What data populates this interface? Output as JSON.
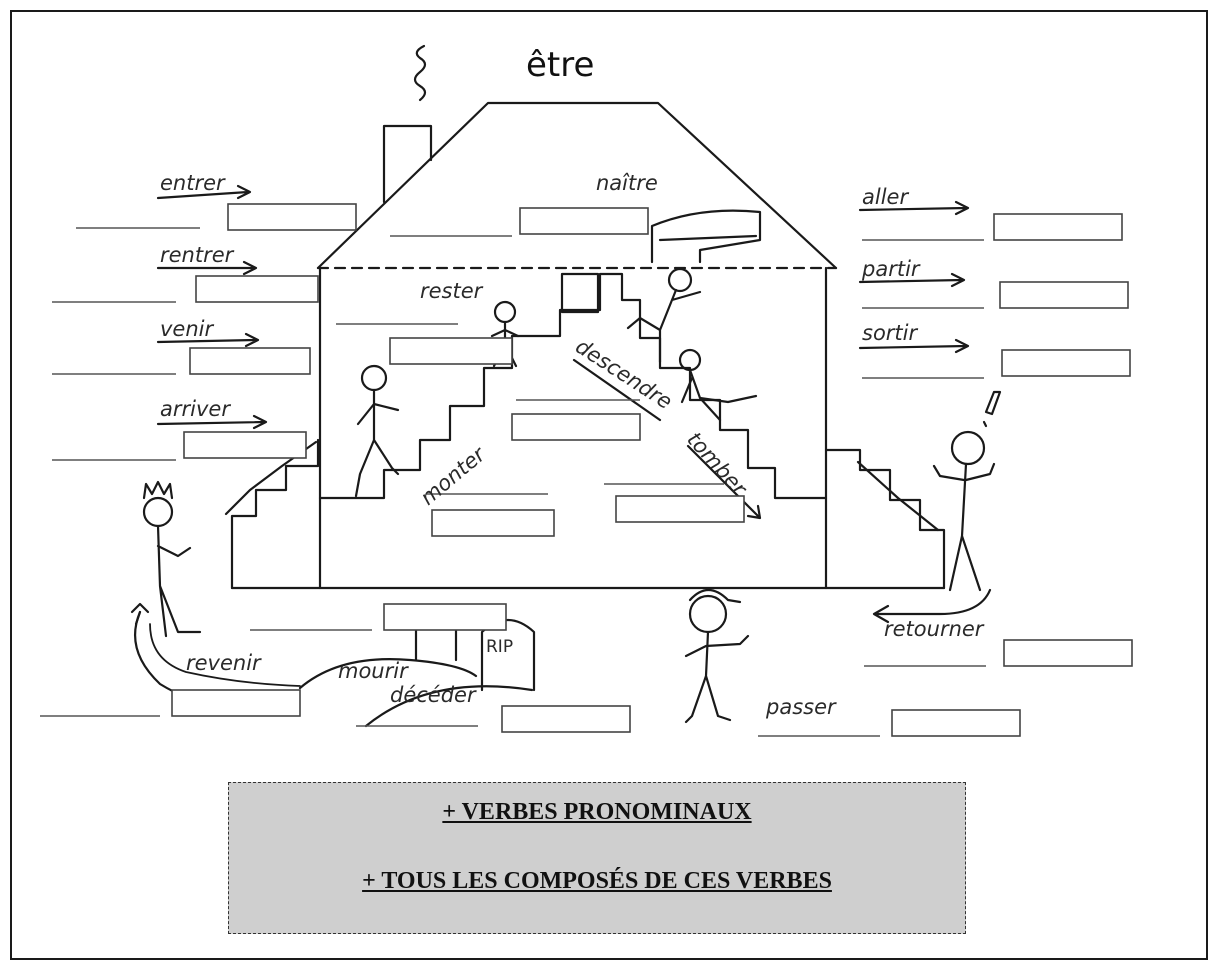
{
  "title": "être",
  "verbs": {
    "entrer": "entrer",
    "rentrer": "rentrer",
    "venir": "venir",
    "arriver": "arriver",
    "naitre": "naître",
    "rester": "rester",
    "descendre": "descendre",
    "monter": "monter",
    "tomber": "tomber",
    "aller": "aller",
    "partir": "partir",
    "sortir": "sortir",
    "retourner": "retourner",
    "revenir": "revenir",
    "mourir": "mourir",
    "deceder": "décéder",
    "passer": "passer"
  },
  "tombstone": "RIP",
  "callout": {
    "line1": "+ VERBES PRONOMINAUX",
    "line2": "+ TOUS LES COMPOSÉS DE CES VERBES"
  }
}
